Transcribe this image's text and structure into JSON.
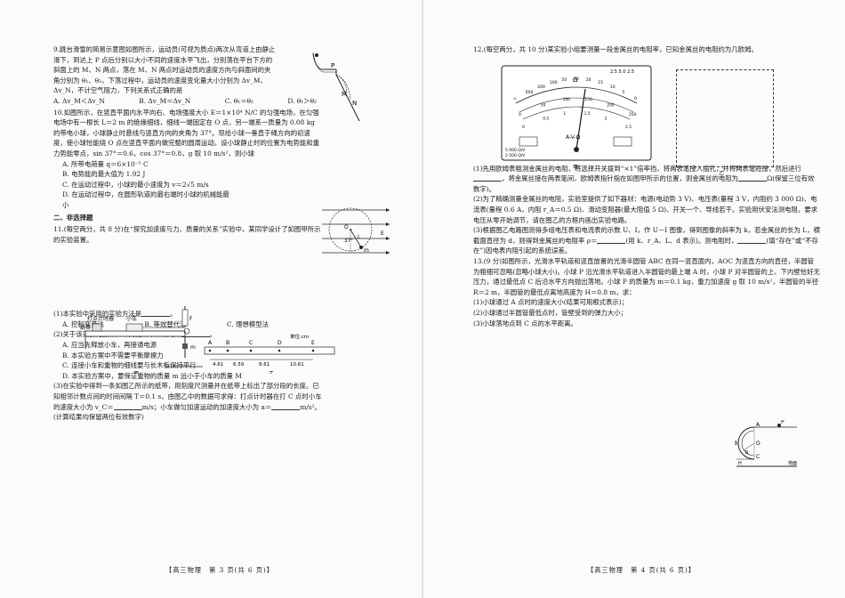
{
  "left_page": {
    "q9": {
      "stem": "9.跳台滑雪的简易示意图如图所示，运动员(可视为质点)两次从弯道上由静止滑下，到达上 P 点后分别以大小不同的速度水平飞出，分别落在平台下方的斜面上的 M、N 两点，落在 M、N 两点时运动员的速度方向与斜面间的夹角分别为 θ₁、θ₂，下落过程中，运动员的速度变化量大小分别为 Δv_M、Δv_N，不计空气阻力，下列关系式正确的是",
      "options": [
        "A. Δv_M＜Δv_N",
        "B. Δv_M＝Δv_N",
        "C. θ₁＝θ₂",
        "D. θ₁＞θ₂"
      ],
      "fig_labels": [
        "P",
        "M",
        "N"
      ]
    },
    "q10": {
      "stem": "10.如图所示，在竖直平面内水平向右、电场强度大小 E＝1×10⁴ N/C 的匀强电场，在匀强电场中有一根长 L＝2 m 的绝缘细线，细线一端固定在 O 点，另一端系一质量为 0.08 kg 的带电小球，小球静止时悬线与竖直方向的夹角为 37°。现给小球一垂直于绳方向的初速度，使小球恰能绕 O 点在竖直平面内做完整的圆周运动。设小球静止时的位置为电势能和重力势能零点，sin 37°＝0.6，cos 37°＝0.8，g 取 10 m/s²，则小球",
      "options": [
        "A. 所带电荷量 q＝6×10⁻⁵ C",
        "B. 电势能的最大值为 1.92 J",
        "C. 在运动过程中，小球的最小速度为 v＝2√5 m/s",
        "D. 在运动过程中，在圆形轨道的最右端时小球的机械能最小"
      ],
      "fig_labels": [
        "O",
        "37°",
        "L",
        "m",
        "E"
      ]
    },
    "section2": "二、非选择题",
    "q11": {
      "stem": "11.(每空两分，共 8 分)在“探究加速度与力、质量的关系”实验中，某同学设计了如图甲所示的实验装置。",
      "fig_labels": {
        "timer": "打点计时器",
        "car": "小车",
        "tape": "纸带",
        "F": "F",
        "m": "m",
        "unit": "单位:cm",
        "points": [
          "A",
          "B",
          "C",
          "D",
          "E"
        ],
        "distances": [
          "4.61",
          "6.59",
          "8.61",
          "10.61"
        ],
        "fig1": "甲",
        "fig2": "乙"
      },
      "sub1": "(1)本实验中采用的实验方法是",
      "sub1_options": [
        "A. 控制变量法",
        "B. 等效替代法",
        "C. 理想模型法"
      ],
      "sub2": "(2)关于该实验的操作，下列说法中正确的是",
      "sub2_options": [
        "A. 应当先释放小车，再接通电源",
        "B. 本实验方案中不需要平衡摩擦力",
        "C. 连接小车和重物的细线要与长木板保持平行",
        "D. 本实验方案中，要保证重物的质量 m 远小于小车的质量 M"
      ],
      "sub3": "(3)在实验中得到一条如图乙所示的纸带，用刻度尺测量并在纸带上标出了部分段的长度。已知相邻计数点间的时间间隔 T＝0.1 s，由图乙中的数据可求得：打点计时器在打 C 点时小车的速度大小为 v_C＝",
      "sub3_mid": "m/s；小车做匀加速运动的加速度大小为 a＝",
      "sub3_end": "m/s²。(计算结果均保留两位有效数字)"
    },
    "footer": "【高三物理　第 3 页(共 6 页)】"
  },
  "right_page": {
    "q12": {
      "stem": "12.(每空两分，共 10 分)某实验小组要测量一段金属丝的电阻率，已知金属丝的电阻约为几欧姆。",
      "meter": {
        "top_scale": [
          "∞",
          "500",
          "200",
          "100",
          "50",
          "30",
          "20",
          "15",
          "10",
          "5",
          "0"
        ],
        "omega_sym": "Ω",
        "mid_scale": [
          "0",
          "50",
          "100",
          "150",
          "200",
          "250"
        ],
        "bottom_scale": [
          "0",
          "0.5",
          "1",
          "1.5",
          "2",
          "2.5"
        ],
        "corner": "2.5 5.0 2.5",
        "brand": "A-V-Ω",
        "spec1": "5 000 Ω/V",
        "spec2": "2 500 Ω/V"
      },
      "fig1": "甲",
      "fig2": "乙",
      "sub1": "(1)先用欧姆表粗测金属丝的电阻，将选择开关拨到“×1”倍率挡，将两表笔接入插孔，并将两表笔短接，然后进行",
      "sub1_b": "，将金属丝接在两表笔间，欧姆表指针指在如图甲所示的位置，则金属丝的电阻为",
      "sub1_c": "Ω(保留三位有效数字)。",
      "sub2": "(2)为了精确测量金属丝的电阻，实验室提供了如下器材：电源(电动势 3 V)、电压表(量程 3 V，内阻约 3 000 Ω)、电流表(量程 0.6 A，内阻 r_A＝0.5 Ω)、滑动变阻器(最大阻值 5 Ω)、开关一个、导线若干。实验用伏安法测电阻，要求电压从零开始调节，请在图乙的方框内画出实验电路。",
      "sub3": "(3)根据图乙电路图测得多组电压表和电流表的示数 U、I，作 U－I 图像，得到图像的斜率为 k，若金属丝的长为 L，横截面直径为 d，则得到金属丝的电阻率 ρ＝",
      "sub3_b": "(用 k、r_A、L、d 表示)。测电阻时，",
      "sub3_c": "(填“存在”或“不存在”)因电表内阻引起的系统误差。"
    },
    "q13": {
      "stem": "13.(9 分)如图所示，光滑水平轨道和竖直放置的光滑半圆管 ABC 在同一竖直面内，AOC 为竖直方向的直径，半圆管为粗细可忽略(忽略小球大小)。小球 P 沿光滑水平轨道进入半圆管的最上端 A 时，小球 P 对半圆管的上、下内壁恰好无压力，通过最低点 C 后沿水平方向抛出落地。小球 P 的质量为 m＝0.1 kg，重力加速度 g 取 10 m/s²，半圆管的半径 R＝2 m，半圆管的最低点离地高度为 H＝0.8 m，求：",
      "subs": [
        "(1)小球通过 A 点时的速度大小(结果可用根式表示)；",
        "(2)小球通过半圆管最低点时，管壁受到的弹力大小；",
        "(3)小球落地点到 C 点的水平距离。"
      ],
      "fig_labels": [
        "A",
        "P",
        "B",
        "O",
        "R",
        "C",
        "H",
        "地面"
      ]
    },
    "footer": "【高三物理　第 4 页(共 6 页)】"
  }
}
